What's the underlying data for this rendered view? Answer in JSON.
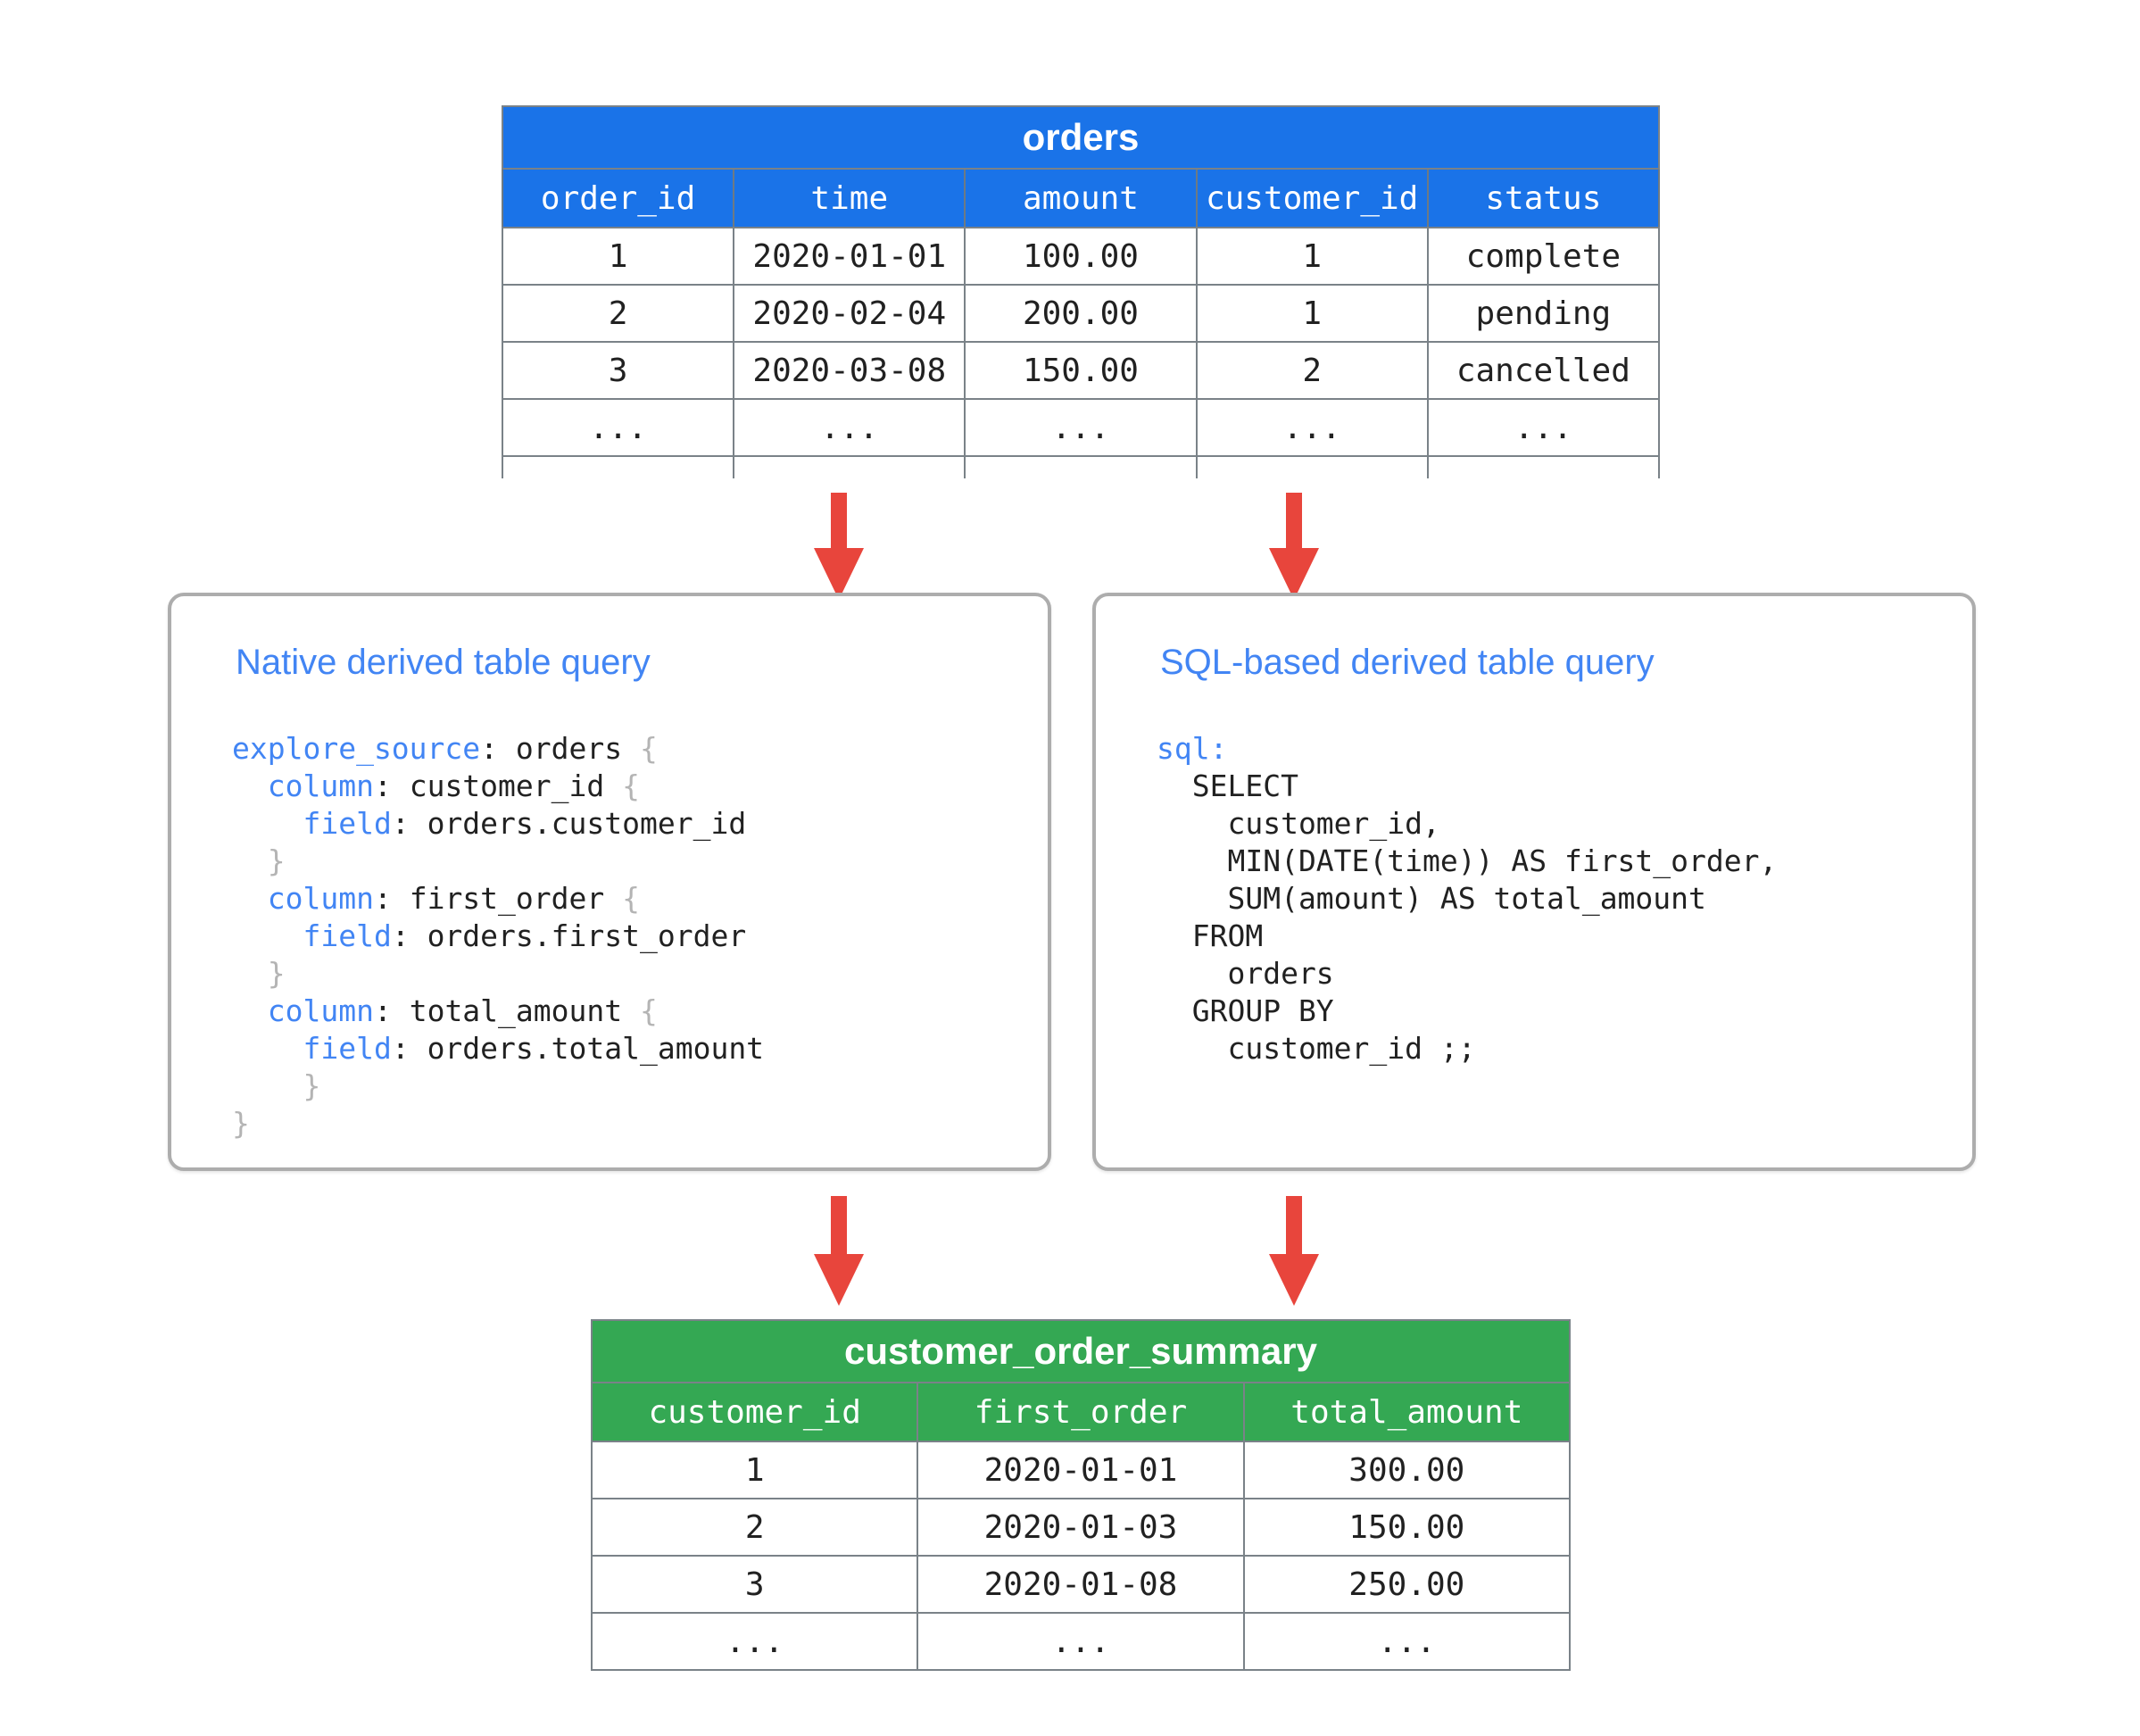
{
  "diagram": {
    "title": "Looker derived table diagram",
    "colors": {
      "source_table_header": "#1A73E8",
      "result_table_header": "#34A853",
      "arrow": "#E8453C",
      "panel_title": "#4285F4",
      "code_keyword": "#4285F4",
      "panel_border": "#ADADAD",
      "table_border": "#7A8288"
    }
  },
  "source_table": {
    "name": "orders",
    "columns": [
      "order_id",
      "time",
      "amount",
      "customer_id",
      "status"
    ],
    "rows": [
      [
        "1",
        "2020-01-01",
        "100.00",
        "1",
        "complete"
      ],
      [
        "2",
        "2020-02-04",
        "200.00",
        "1",
        "pending"
      ],
      [
        "3",
        "2020-03-08",
        "150.00",
        "2",
        "cancelled"
      ],
      [
        "...",
        "...",
        "...",
        "...",
        "..."
      ],
      [
        "",
        "",
        "",
        "",
        ""
      ]
    ]
  },
  "result_table": {
    "name": "customer_order_summary",
    "columns": [
      "customer_id",
      "first_order",
      "total_amount"
    ],
    "rows": [
      [
        "1",
        "2020-01-01",
        "300.00"
      ],
      [
        "2",
        "2020-01-03",
        "150.00"
      ],
      [
        "3",
        "2020-01-08",
        "250.00"
      ],
      [
        "...",
        "...",
        "..."
      ]
    ]
  },
  "panels": {
    "native": {
      "title": "Native derived table query",
      "code_lines": [
        [
          {
            "t": "explore_source",
            "c": "kw"
          },
          {
            "t": ": orders ",
            "c": "pl"
          },
          {
            "t": "{",
            "c": "brc"
          }
        ],
        [
          {
            "t": "  ",
            "c": "pl"
          },
          {
            "t": "column",
            "c": "kw"
          },
          {
            "t": ": customer_id ",
            "c": "pl"
          },
          {
            "t": "{",
            "c": "brc"
          }
        ],
        [
          {
            "t": "    ",
            "c": "pl"
          },
          {
            "t": "field",
            "c": "kw"
          },
          {
            "t": ": orders.customer_id",
            "c": "pl"
          }
        ],
        [
          {
            "t": "  ",
            "c": "pl"
          },
          {
            "t": "}",
            "c": "brc"
          }
        ],
        [
          {
            "t": "  ",
            "c": "pl"
          },
          {
            "t": "column",
            "c": "kw"
          },
          {
            "t": ": first_order ",
            "c": "pl"
          },
          {
            "t": "{",
            "c": "brc"
          }
        ],
        [
          {
            "t": "    ",
            "c": "pl"
          },
          {
            "t": "field",
            "c": "kw"
          },
          {
            "t": ": orders.first_order",
            "c": "pl"
          }
        ],
        [
          {
            "t": "  ",
            "c": "pl"
          },
          {
            "t": "}",
            "c": "brc"
          }
        ],
        [
          {
            "t": "  ",
            "c": "pl"
          },
          {
            "t": "column",
            "c": "kw"
          },
          {
            "t": ": total_amount ",
            "c": "pl"
          },
          {
            "t": "{",
            "c": "brc"
          }
        ],
        [
          {
            "t": "    ",
            "c": "pl"
          },
          {
            "t": "field",
            "c": "kw"
          },
          {
            "t": ": orders.total_amount",
            "c": "pl"
          }
        ],
        [
          {
            "t": "    ",
            "c": "pl"
          },
          {
            "t": "}",
            "c": "brc"
          }
        ],
        [
          {
            "t": "}",
            "c": "brc"
          }
        ]
      ]
    },
    "sql": {
      "title": "SQL-based derived table query",
      "code_lines": [
        [
          {
            "t": "sql",
            "c": "kw"
          },
          {
            "t": ":",
            "c": "kw"
          }
        ],
        [
          {
            "t": "  SELECT",
            "c": "pl"
          }
        ],
        [
          {
            "t": "    customer_id,",
            "c": "pl"
          }
        ],
        [
          {
            "t": "    MIN(DATE(time)) AS first_order,",
            "c": "pl"
          }
        ],
        [
          {
            "t": "    SUM(amount) AS total_amount",
            "c": "pl"
          }
        ],
        [
          {
            "t": "  FROM",
            "c": "pl"
          }
        ],
        [
          {
            "t": "    orders",
            "c": "pl"
          }
        ],
        [
          {
            "t": "  GROUP BY",
            "c": "pl"
          }
        ],
        [
          {
            "t": "    customer_id ;;",
            "c": "pl"
          }
        ]
      ]
    }
  },
  "arrows": [
    {
      "name": "arrow-orders-to-native",
      "direction": "down"
    },
    {
      "name": "arrow-orders-to-sql",
      "direction": "down"
    },
    {
      "name": "arrow-native-to-summary",
      "direction": "down"
    },
    {
      "name": "arrow-sql-to-summary",
      "direction": "down"
    }
  ]
}
